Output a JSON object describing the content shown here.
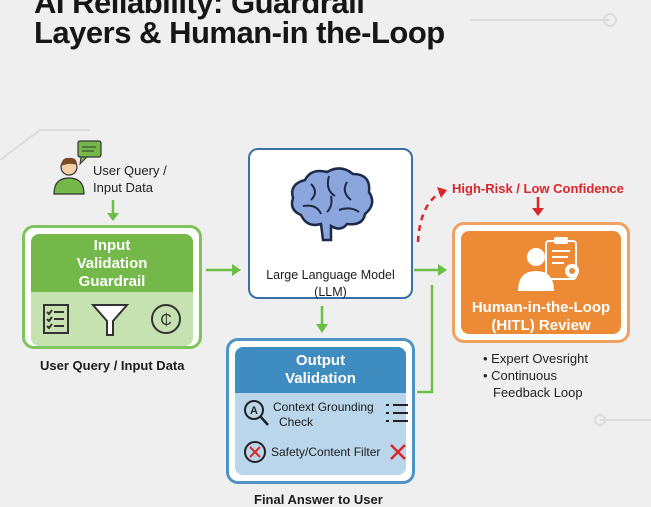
{
  "title": {
    "line1": "AI Reliability: Guardrail",
    "line2": "Layers & Human-in the-Loop"
  },
  "user_query": {
    "line1": "User Query /",
    "line2": "Input Data"
  },
  "input_guardrail": {
    "line1": "Input",
    "line2": "Validation",
    "line3": "Guardrail",
    "caption": "User Query / Input Data"
  },
  "llm": {
    "line1": "Large Language Model",
    "line2": "(LLM)"
  },
  "output_validation": {
    "line1": "Output",
    "line2": "Validation",
    "check1_line1": "Context Grounding",
    "check1_line2": "Check",
    "check2": "Safety/Content Filter",
    "caption": "Final Answer to User"
  },
  "escalation": {
    "label": "High-Risk / Low Confidence"
  },
  "hitl": {
    "line1": "Human-in-the-Loop",
    "line2": "(HITL) Review",
    "bullets": [
      "Expert Ovesright",
      "Continuous",
      "Feedback Loop"
    ]
  },
  "colors": {
    "green": "#74b84a",
    "blue": "#3f8cc0",
    "orange": "#ec8a36",
    "red": "#d9262c"
  }
}
